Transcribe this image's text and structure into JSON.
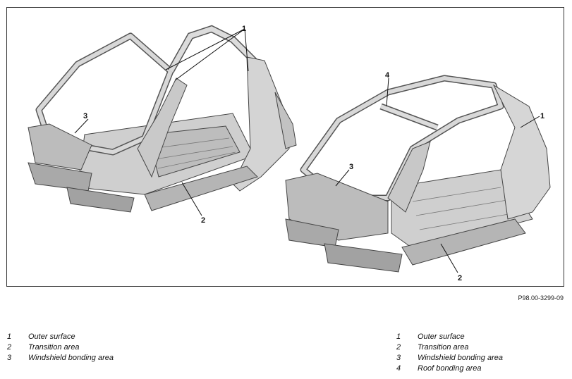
{
  "figure": {
    "reference": "P98.00-3299-09",
    "left_callouts": [
      "1",
      "3",
      "2"
    ],
    "right_callouts": [
      "4",
      "3",
      "1",
      "2"
    ]
  },
  "legend_left": [
    {
      "num": "1",
      "text": "Outer surface"
    },
    {
      "num": "2",
      "text": "Transition area"
    },
    {
      "num": "3",
      "text": "Windshield bonding area"
    }
  ],
  "legend_right": [
    {
      "num": "1",
      "text": "Outer surface"
    },
    {
      "num": "2",
      "text": "Transition area"
    },
    {
      "num": "3",
      "text": "Windshield bonding area"
    },
    {
      "num": "4",
      "text": "Roof bonding area"
    }
  ]
}
